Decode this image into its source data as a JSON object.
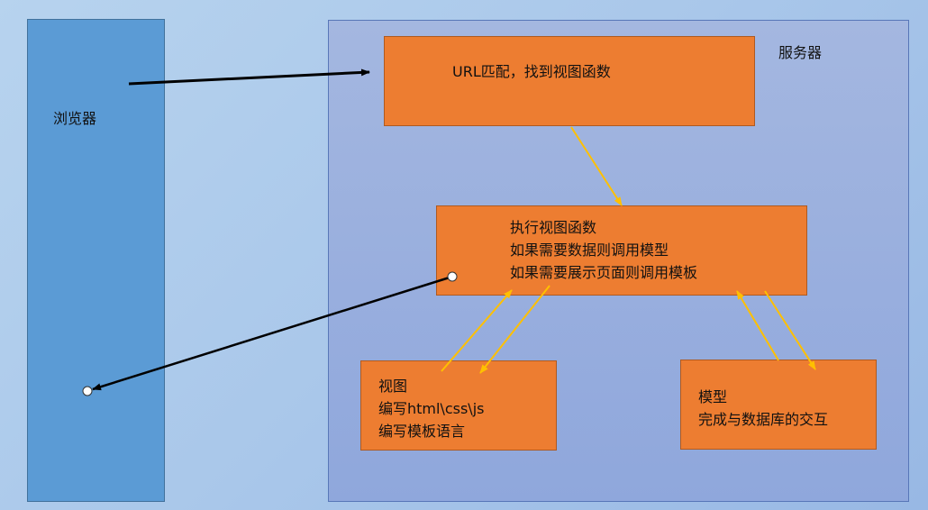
{
  "browser": {
    "label": "浏览器"
  },
  "server": {
    "label": "服务器"
  },
  "url_box": {
    "text": "URL匹配，找到视图函数"
  },
  "view_function_box": {
    "lines": [
      "执行视图函数",
      "如果需要数据则调用模型",
      "如果需要展示页面则调用模板"
    ]
  },
  "view_box": {
    "lines": [
      "视图",
      "编写html\\css\\js",
      "编写模板语言"
    ]
  },
  "model_box": {
    "lines": [
      "模型",
      "完成与数据库的交互"
    ]
  },
  "colors": {
    "background": "#b0cdec",
    "browser_fill": "#5b9bd5",
    "server_fill": "#9db1de",
    "box_fill": "#ed7d31",
    "request_arrow": "#000000",
    "internal_arrow": "#ffc000"
  }
}
